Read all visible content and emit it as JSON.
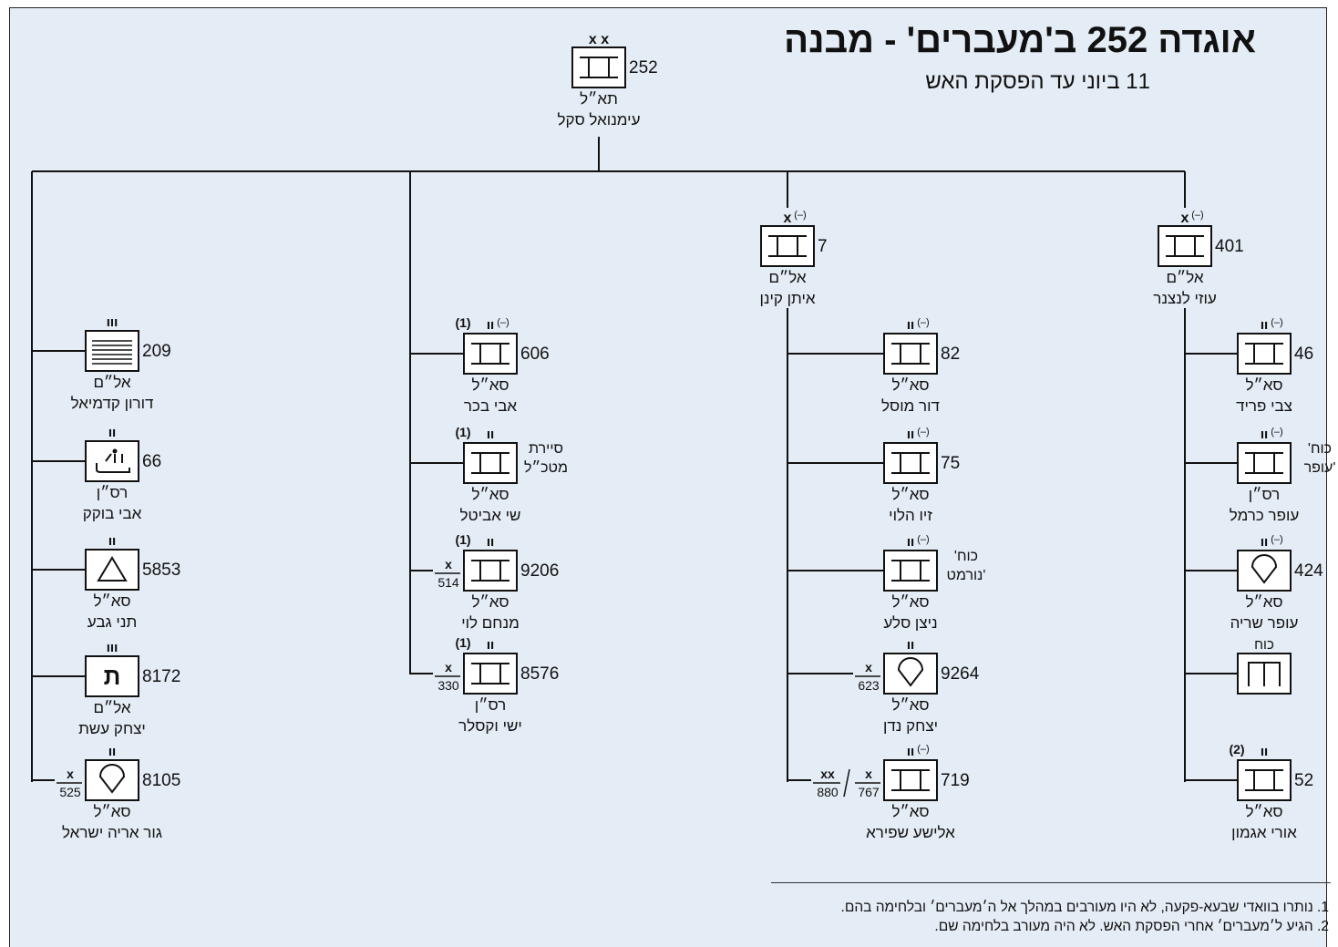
{
  "title": "אוגדה 252 ב'מעברים' - מבנה",
  "subtitle": "11 ביוני עד הפסקת האש",
  "footnotes": [
    "1. נותרו בוואדי שבעא-פקעה, לא היו מעורבים במהלך אל ה׳מעברים׳ ובלחימה בהם.",
    "2. הגיע ל׳מעברים׳ אחרי הפסקת האש. לא היה מעורב בלחימה שם."
  ],
  "root": {
    "num": "252",
    "size": "xx",
    "rank": "תא״ל",
    "name": "עימנואל סקל"
  },
  "brigades": [
    {
      "num": "7",
      "size": "x",
      "reduced": "(–)",
      "rank": "אל״ם",
      "name": "איתן קינן"
    },
    {
      "num": "401",
      "size": "x",
      "reduced": "(–)",
      "rank": "אל״ם",
      "name": "עוזי לנצנר"
    }
  ],
  "units": [
    {
      "id": "u209",
      "num": "209",
      "size": "III",
      "rank": "אל״ם",
      "name": "דורון קדמיאל",
      "sym": "artillery"
    },
    {
      "id": "u66",
      "num": "66",
      "size": "II",
      "rank": "רס״ן",
      "name": "אבי בוקק",
      "sym": "mech"
    },
    {
      "id": "u5853",
      "num": "5853",
      "size": "II",
      "rank": "סא״ל",
      "name": "תני גבע",
      "sym": "triangle"
    },
    {
      "id": "u8172",
      "num": "8172",
      "size": "III",
      "rank": "אל״ם",
      "name": "יצחק עשת",
      "sym": "letter",
      "letter": "ת"
    },
    {
      "id": "u8105",
      "num": "8105",
      "size": "II",
      "rank": "סא״ל",
      "name": "גור אריה ישראל",
      "sym": "diamond",
      "frac_top": "x",
      "frac_bot": "525"
    },
    {
      "id": "u606",
      "num": "606",
      "size": "II",
      "reduced": "(–)",
      "note": "(1)",
      "rank": "סא״ל",
      "name": "אבי בכר",
      "sym": "tank"
    },
    {
      "id": "u_sayeret",
      "num": "סיירת\nמטכ״ל",
      "size": "II",
      "note": "(1)",
      "rank": "סא״ל",
      "name": "שי אביטל",
      "sym": "tank"
    },
    {
      "id": "u9206",
      "num": "9206",
      "size": "II",
      "note": "(1)",
      "rank": "סא״ל",
      "name": "מנחם לוי",
      "sym": "tank",
      "frac_top": "x",
      "frac_bot": "514"
    },
    {
      "id": "u8576",
      "num": "8576",
      "size": "II",
      "note": "(1)",
      "rank": "רס״ן",
      "name": "ישי וקסלר",
      "sym": "tank",
      "frac_top": "x",
      "frac_bot": "330"
    },
    {
      "id": "u82",
      "num": "82",
      "size": "II",
      "reduced": "(–)",
      "rank": "סא״ל",
      "name": "דור מוסל",
      "sym": "tank"
    },
    {
      "id": "u75",
      "num": "75",
      "size": "II",
      "reduced": "(–)",
      "rank": "סא״ל",
      "name": "זיו הלוי",
      "sym": "tank"
    },
    {
      "id": "u_normat",
      "num": "'כוח\nנורמט'",
      "size": "II",
      "reduced": "(–)",
      "rank": "סא״ל",
      "name": "ניצן סלע",
      "sym": "tank"
    },
    {
      "id": "u9264",
      "num": "9264",
      "size": "II",
      "rank": "סא״ל",
      "name": "יצחק נדן",
      "sym": "diamond",
      "frac_top": "x",
      "frac_bot": "623"
    },
    {
      "id": "u719",
      "num": "719",
      "size": "II",
      "reduced": "(–)",
      "rank": "סא״ל",
      "name": "אלישע שפירא",
      "sym": "tank",
      "frac_top": "x",
      "frac_bot": "767",
      "frac2_top": "xx",
      "frac2_bot": "880"
    },
    {
      "id": "u46",
      "num": "46",
      "size": "II",
      "reduced": "(–)",
      "rank": "סא״ל",
      "name": "צבי פריד",
      "sym": "tank"
    },
    {
      "id": "u_ofer",
      "num": "'כוח\nעופר'",
      "size": "II",
      "reduced": "(–)",
      "rank": "רס״ן",
      "name": "עופר כרמל",
      "sym": "tank"
    },
    {
      "id": "u424",
      "num": "424",
      "size": "II",
      "reduced": "(–)",
      "rank": "סא״ל",
      "name": "עופר שריה",
      "sym": "diamond"
    },
    {
      "id": "u_koach",
      "num": "",
      "size": "כוח",
      "rank": "",
      "name": "",
      "sym": "recon"
    },
    {
      "id": "u52",
      "num": "52",
      "size": "II",
      "note": "(2)",
      "rank": "סא״ל",
      "name": "אורי אגמון",
      "sym": "tank"
    }
  ]
}
